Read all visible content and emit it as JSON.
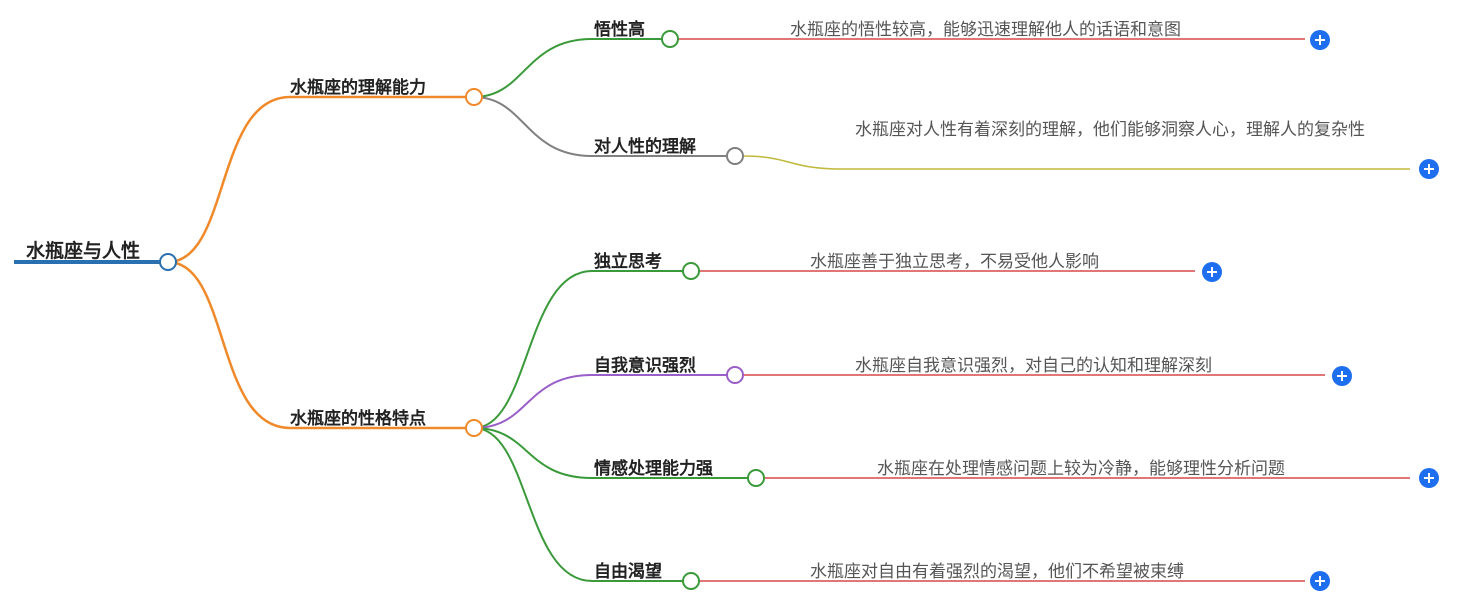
{
  "root": {
    "label": "水瓶座与人性"
  },
  "branches": [
    {
      "label": "水瓶座的理解能力",
      "children": [
        {
          "label": "悟性高",
          "desc": "水瓶座的悟性较高，能够迅速理解他人的话语和意图"
        },
        {
          "label": "对人性的理解",
          "desc": "水瓶座对人性有着深刻的理解，他们能够洞察人心，理解人的复杂性"
        }
      ]
    },
    {
      "label": "水瓶座的性格特点",
      "children": [
        {
          "label": "独立思考",
          "desc": "水瓶座善于独立思考，不易受他人影响"
        },
        {
          "label": "自我意识强烈",
          "desc": "水瓶座自我意识强烈，对自己的认知和理解深刻"
        },
        {
          "label": "情感处理能力强",
          "desc": "水瓶座在处理情感问题上较为冷静，能够理性分析问题"
        },
        {
          "label": "自由渴望",
          "desc": "水瓶座对自由有着强烈的渴望，他们不希望被束缚"
        }
      ]
    }
  ],
  "colors": {
    "root_line": "#2a6fb0",
    "branch_line": "#f0892a",
    "leaf_green": "#3a9a3a",
    "leaf_gray": "#808080",
    "leaf_purple": "#9a5ec8",
    "desc_red": "#d94848",
    "desc_olive": "#c0b83a",
    "plus_blue": "#1e6ef0"
  }
}
